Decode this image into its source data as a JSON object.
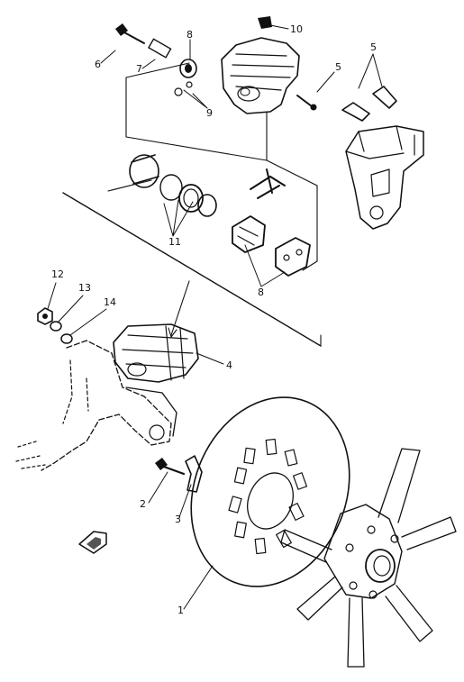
{
  "callouts": {
    "c1": "1",
    "c2": "2",
    "c3": "3",
    "c4": "4",
    "c5a": "5",
    "c5b": "5",
    "c6": "6",
    "c7": "7",
    "c8a": "8",
    "c8b": "8",
    "c9": "9",
    "c10": "10",
    "c11": "11",
    "c12": "12",
    "c13": "13",
    "c14": "14"
  }
}
